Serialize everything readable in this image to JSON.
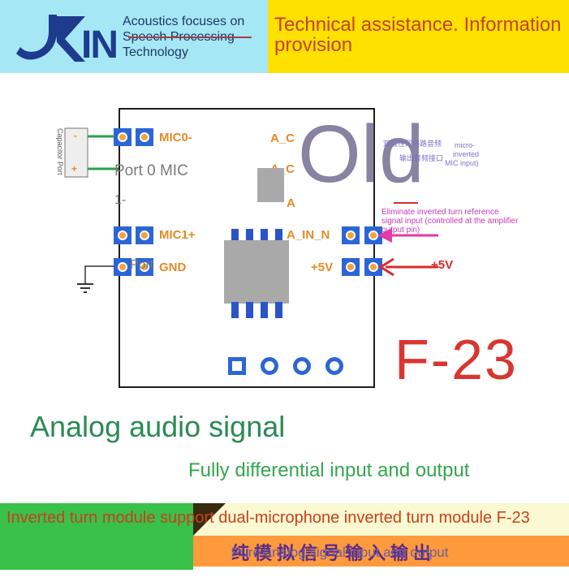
{
  "header": {
    "logo_letters": "IN",
    "tagline": "Acoustics focuses on Speech Processing Technology",
    "right_text": "Technical assistance. Information provision"
  },
  "board": {
    "pin_labels": {
      "mic0": "MIC0-",
      "mic1": "MIC1+",
      "gnd": "GND",
      "a_c1": "A_C",
      "a_c2": "A_C",
      "a": "A",
      "a_in_n": "A_IN_N",
      "plus5v": "+5V"
    },
    "capacitor_label": "Capacitor Port",
    "cap_minus": "-",
    "cap_plus": "+",
    "port0_mic": "Port 0 MIC",
    "one_minus": "1-",
    "port_gnd": "Port"
  },
  "overlays": {
    "old": "Old",
    "note_cn_1": "双极性风格路音频",
    "note_cn_2": "输出音频接口",
    "note_en_1": "micro-",
    "note_en_2": "inverted",
    "note_en_3": "MIC input)",
    "pink_note": "Eliminate inverted turn reference signal input (controlled at the amplifier output pin)",
    "plus5v_arrow": "+5V"
  },
  "model": "F-23",
  "headline": "Analog audio signal",
  "subheadline": "Fully differential input and output",
  "bottom": {
    "text": "Inverted turn module support dual-microphone inverted turn module F-23",
    "cn_text": "纯模拟信号输入输出",
    "en_overlay": "Pure analog signal input and output"
  },
  "colors": {
    "header_left": "#a6e7f5",
    "header_right": "#ffe100",
    "pad_blue": "#2b66d6",
    "model_red": "#d9362f",
    "headline_green": "#2a8a55"
  }
}
